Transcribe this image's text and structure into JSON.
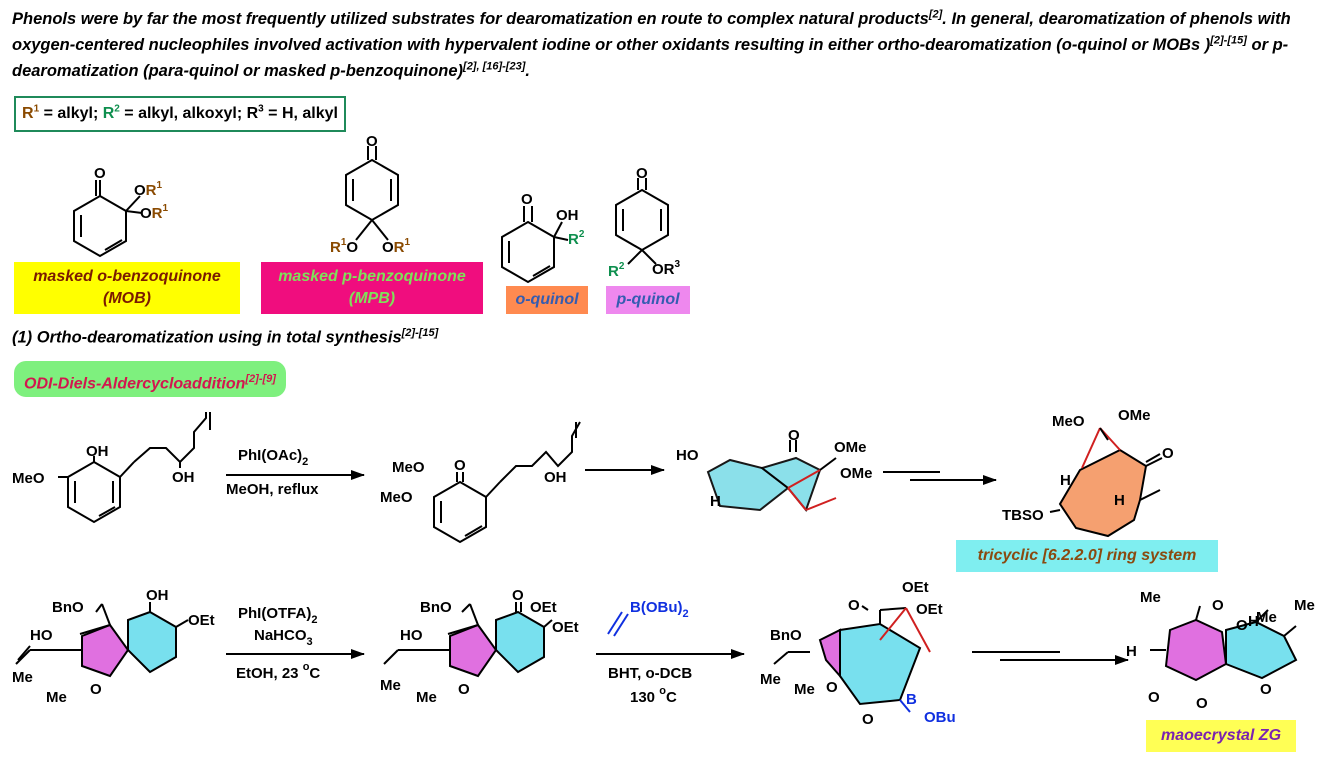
{
  "intro": {
    "part1": "Phenols were by far the most frequently utilized substrates for dearomatization en route to complex natural products",
    "ref1": "[2]",
    "part2": ". In general, dearomatization of phenols with oxygen-centered nucleophiles involved activation with hypervalent iodine or other oxidants resulting in either ortho-dearomatization (o-quinol or MOBs )",
    "ref2": "[2]-[15]",
    "part3": " or p-dearomatization (para-quinol or masked p-benzoquinone)",
    "ref3": "[2], [16]-[23]",
    "part4": "."
  },
  "rbox": {
    "r1": "R",
    "r1sup": "1",
    "r1def": " = alkyl; ",
    "r2": "R",
    "r2sup": "2",
    "r2def": " = alkyl, alkoxyl; ",
    "r3": "R",
    "r3sup": "3",
    "r3def": " = H, alkyl"
  },
  "labels": {
    "mob_line1": "masked o-benzoquinone",
    "mob_line2": "(MOB)",
    "mpb_line1": "masked p-benzoquinone",
    "mpb_line2": "(MPB)",
    "oquinol": "o-quinol",
    "pquinol": "p-quinol"
  },
  "section1": {
    "text": "(1) Ortho-dearomatization using in total synthesis",
    "ref": "[2]-[15]"
  },
  "odi": {
    "text": "ODI-Diels-Aldercycloaddition",
    "ref": "[2]-[9]"
  },
  "reactions": {
    "r1_reagent": "PhI(OAc)",
    "r1_reagent_sub": "2",
    "r1_cond": "MeOH, reflux",
    "r2_reagent": "PhI(OTFA)",
    "r2_reagent_sub": "2",
    "r2_base": "NaHCO",
    "r2_base_sub": "3",
    "r2_cond": "EtOH, 23 ",
    "r2_deg": "o",
    "r2_unit": "C",
    "r3_reagent": "B(OBu)",
    "r3_reagent_sub": "2",
    "r3_cond1": "BHT,  o-DCB",
    "r3_cond2": "130 ",
    "r3_deg": "o",
    "r3_unit": "C"
  },
  "atoms": {
    "O": "O",
    "OH": "OH",
    "HO": "HO",
    "OMe": "OMe",
    "MeO": "MeO",
    "OEt": "OEt",
    "BnO": "BnO",
    "Me": "Me",
    "H": "H",
    "TBSO": "TBSO",
    "OR": "OR",
    "R": "R",
    "B": "B",
    "OBu": "OBu",
    "sup1": "1",
    "sup2": "2",
    "sup3": "3"
  },
  "products": {
    "tricyclic": "tricyclic [6.2.2.0] ring system",
    "maoecrystal": "maoecrystal ZG"
  },
  "colors": {
    "brown": "#8a4a00",
    "green": "#0e8f4e",
    "red": "#d02020",
    "blue": "#1030e0",
    "cyan": "#78e0ee",
    "pink": "#e070e0",
    "orange": "#f5a070"
  }
}
